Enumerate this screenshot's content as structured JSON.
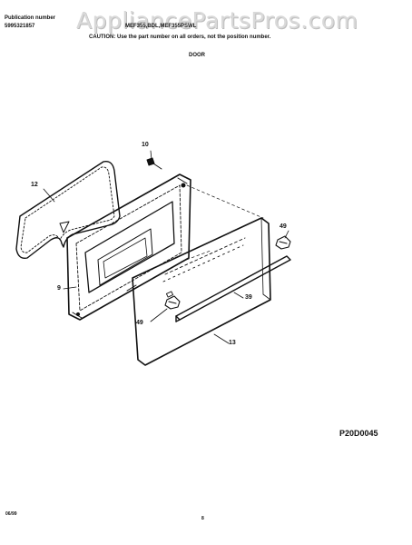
{
  "header": {
    "publication_label": "Publication number",
    "publication_number": "5995321857",
    "model_line": "MEF355,BDL,MEF355PSWL",
    "caution": "CAUTION: Use the part number on all orders, not the position number."
  },
  "watermark": "AppliancePartsPros.com",
  "section_title": "DOOR",
  "parts": {
    "p10": "10",
    "p12": "12",
    "p49a": "49",
    "p9": "9",
    "p39": "39",
    "p49b": "49",
    "p13": "13"
  },
  "diagram_code": "P20D0045",
  "footer": {
    "date": "06/99",
    "page": "8"
  }
}
